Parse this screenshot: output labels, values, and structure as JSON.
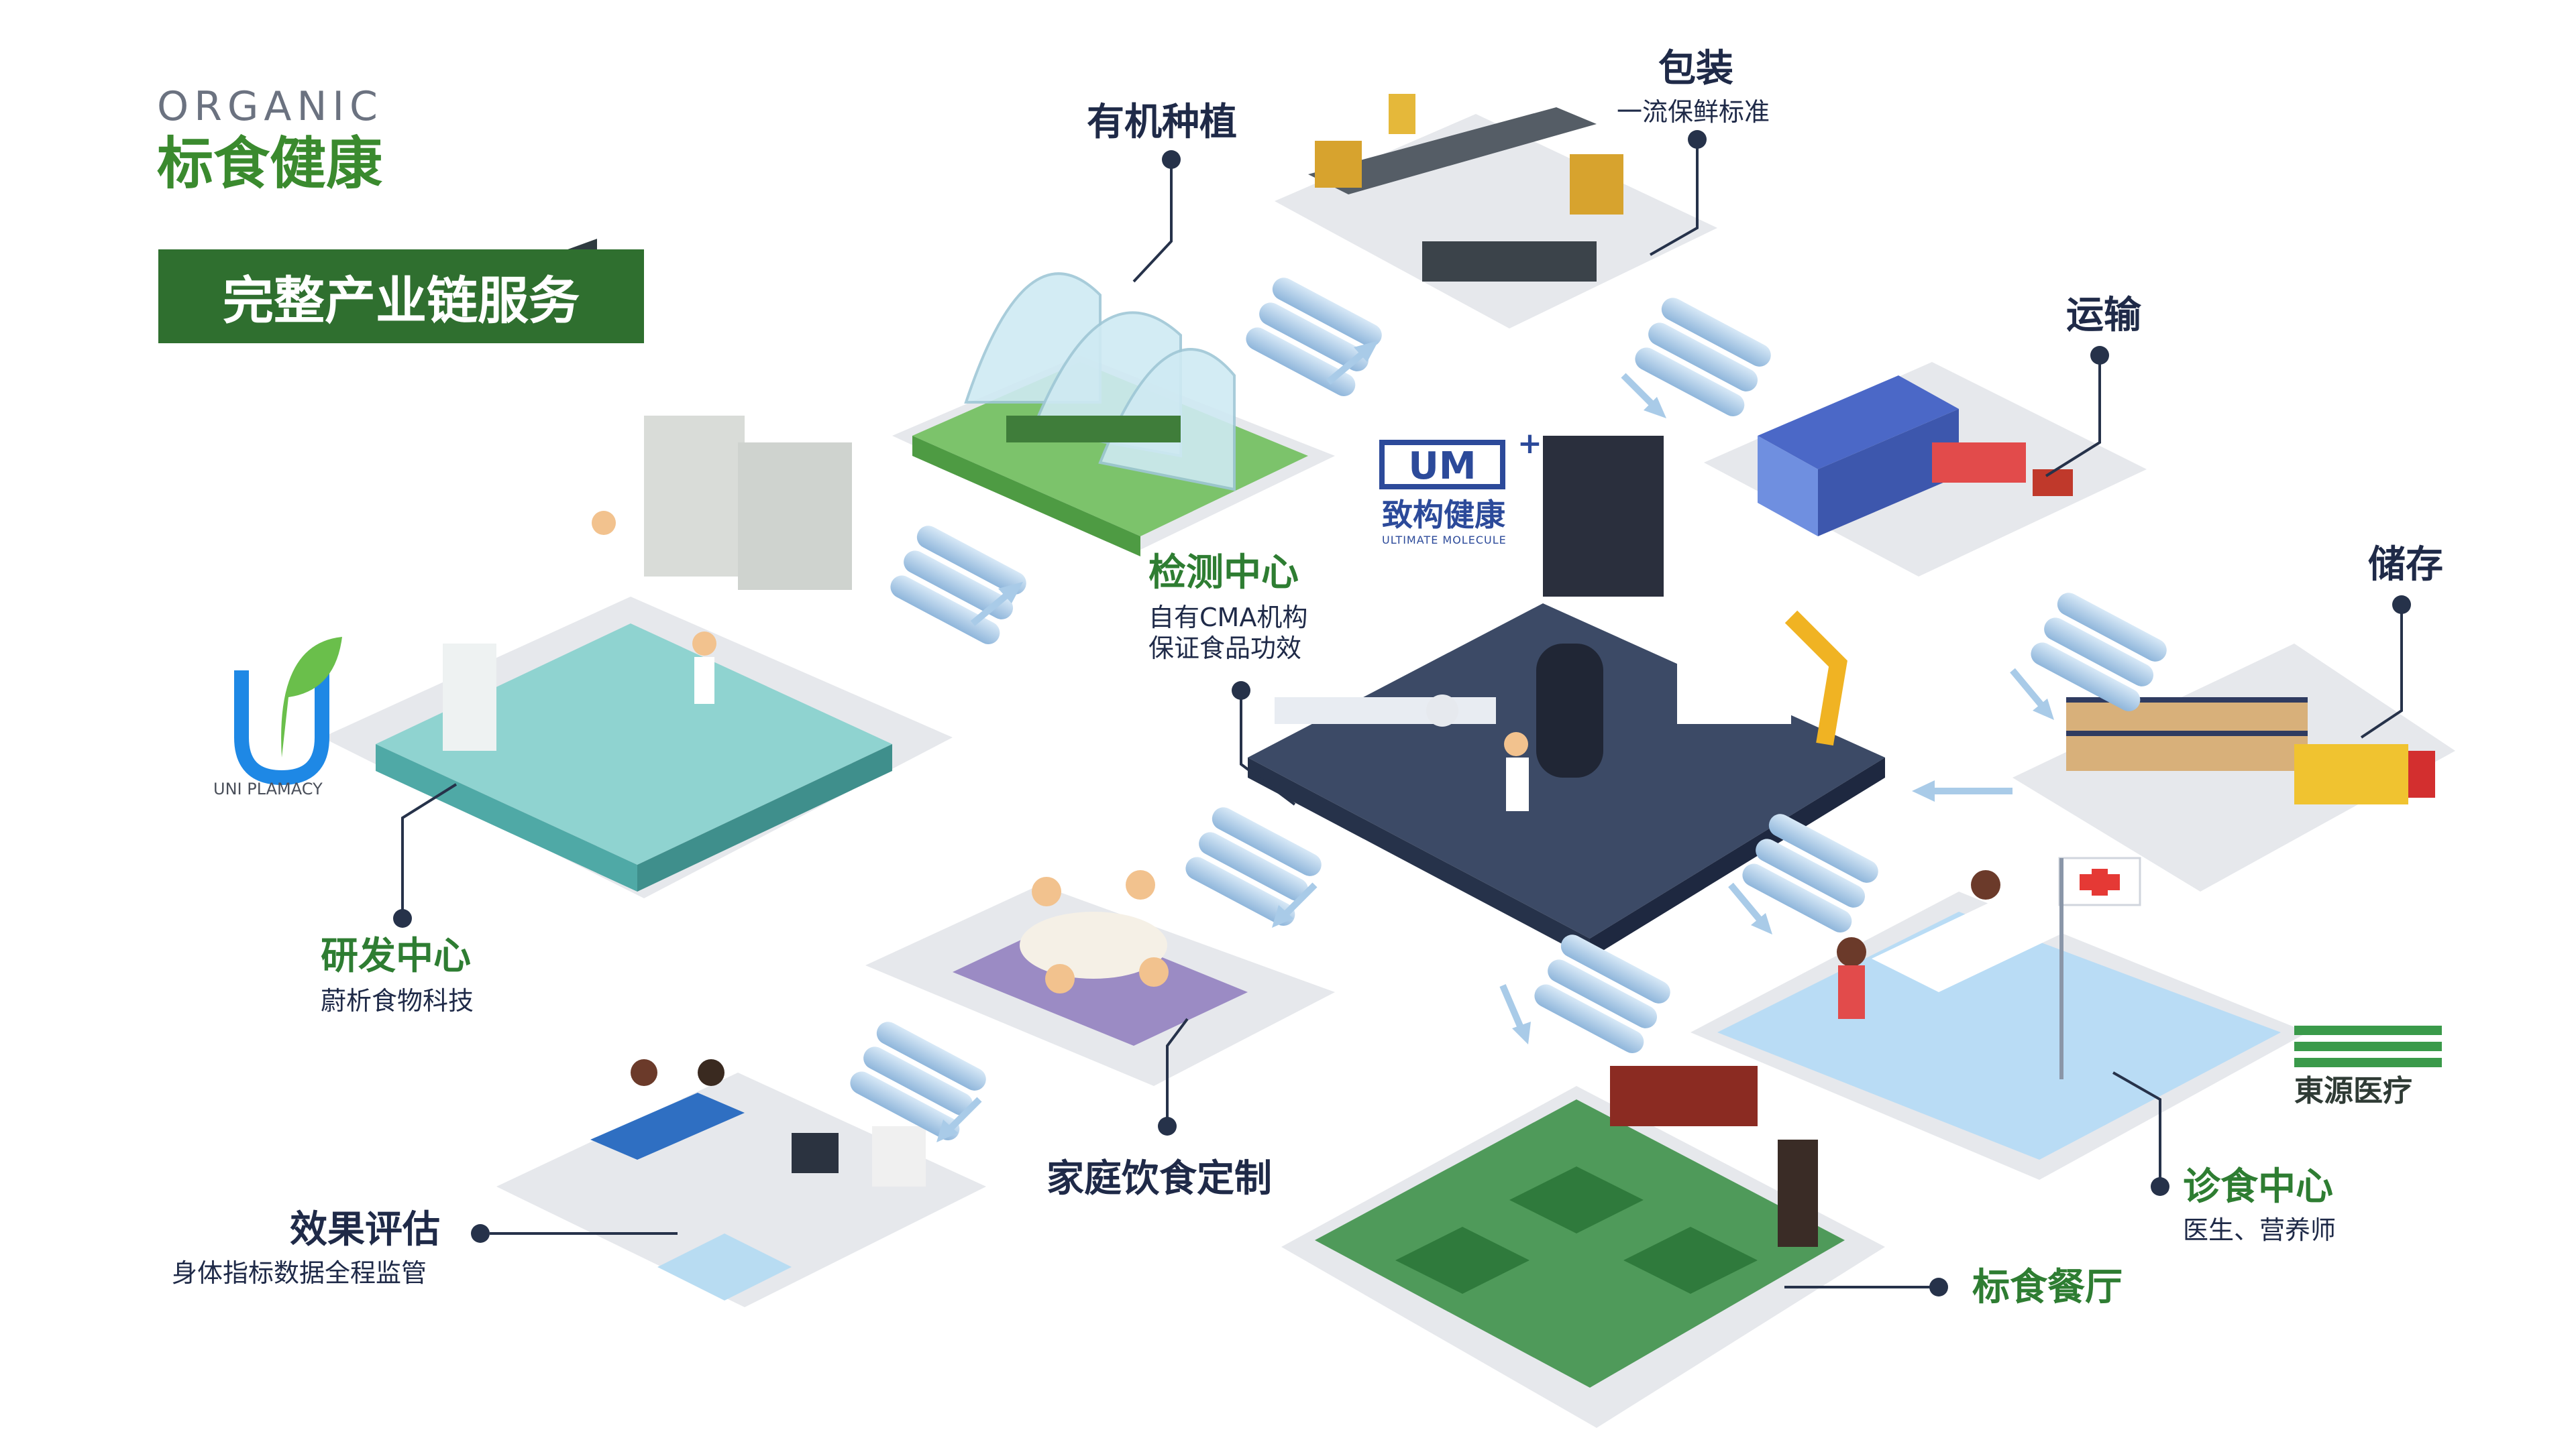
{
  "brand": {
    "en": "ORGANIC",
    "cn": "标食健康"
  },
  "banner": "完整产业链服务",
  "nodes": {
    "organic_planting": {
      "title": "有机种植"
    },
    "packaging": {
      "title": "包装",
      "sub": "一流保鲜标准"
    },
    "transport": {
      "title": "运输"
    },
    "storage": {
      "title": "储存"
    },
    "testing": {
      "title": "检测中心",
      "sub1": "自有CMA机构",
      "sub2": "保证食品功效"
    },
    "rnd": {
      "title": "研发中心",
      "sub": "蔚析食物科技"
    },
    "home_diet": {
      "title": "家庭饮食定制"
    },
    "evaluation": {
      "title": "效果评估",
      "sub": "身体指标数据全程监管"
    },
    "restaurant": {
      "title": "标食餐厅"
    },
    "clinic": {
      "title": "诊食中心",
      "sub": "医生、营养师"
    }
  },
  "logos": {
    "um": {
      "mark": "UM",
      "cn": "致构健康",
      "en": "ULTIMATE MOLECULE"
    },
    "uni": {
      "text": "UNI PLAMACY"
    },
    "dongyuan": {
      "text": "東源医疗"
    }
  },
  "colors": {
    "dark": "#1f2a48",
    "green": "#2e7d32",
    "banner": "#2f6f2f",
    "tile": "#e6e8ec",
    "teal": "#8fd3d0",
    "navy": "#3c4a66",
    "blue": "#b9dcf5",
    "arrow": "#a9cbe8"
  }
}
